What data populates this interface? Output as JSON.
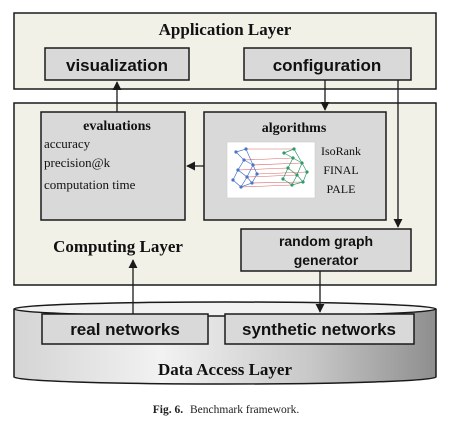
{
  "layers": {
    "application": "Application Layer",
    "computing": "Computing Layer",
    "data_access": "Data Access Layer"
  },
  "boxes": {
    "visualization": "visualization",
    "configuration": "configuration",
    "evaluations": {
      "title": "evaluations",
      "items": [
        "accuracy",
        "precision@k",
        "computation time"
      ]
    },
    "algorithms": {
      "title": "algorithms",
      "items": [
        "IsoRank",
        "FINAL",
        "PALE"
      ]
    },
    "random_graph_generator": [
      "random graph",
      "generator"
    ],
    "real_networks": "real networks",
    "synthetic_networks": "synthetic networks"
  },
  "caption": {
    "label": "Fig. 6.",
    "text": "Benchmark framework."
  },
  "colors": {
    "layer_fill": "#f1f1e8",
    "box_fill": "#d9d9d9",
    "cylinder_light": "#ececec",
    "cylinder_dark": "#a0a0a0",
    "stroke": "#1a1a1a"
  }
}
